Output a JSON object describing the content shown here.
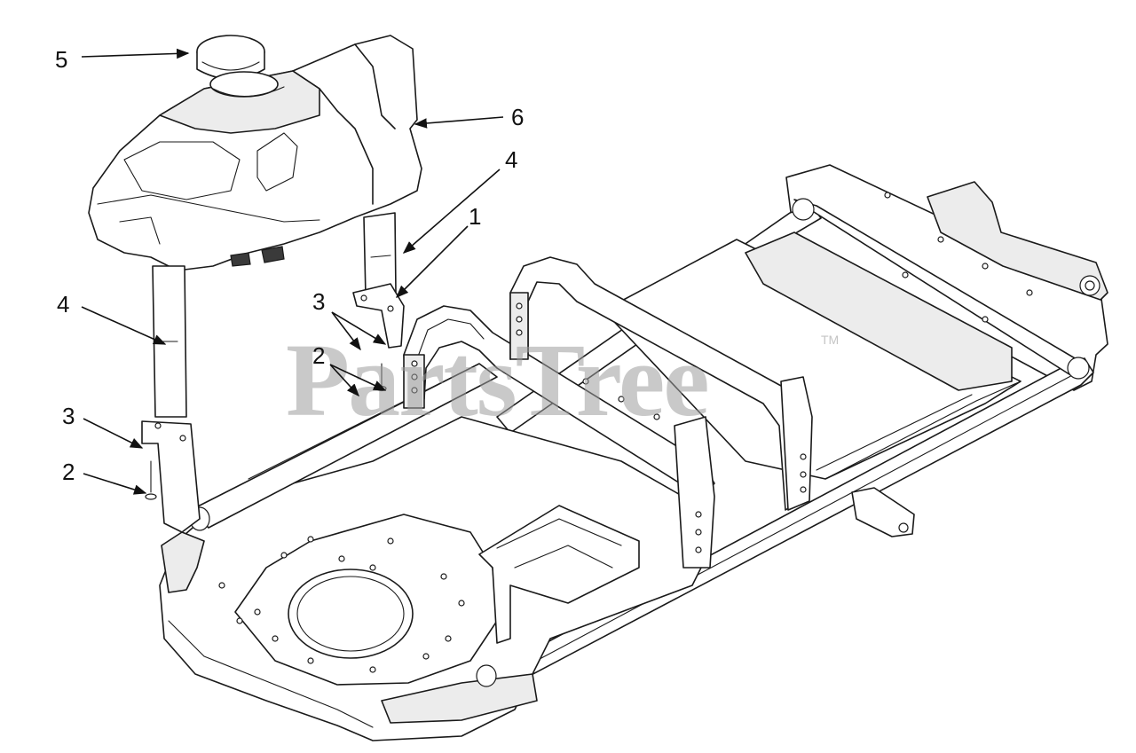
{
  "diagram": {
    "callouts": [
      {
        "id": "c5a",
        "label": "5"
      },
      {
        "id": "c6a",
        "label": "6"
      },
      {
        "id": "c4a",
        "label": "4"
      },
      {
        "id": "c1a",
        "label": "1"
      },
      {
        "id": "c3a",
        "label": "3"
      },
      {
        "id": "c2a",
        "label": "2"
      },
      {
        "id": "c4b",
        "label": "4"
      },
      {
        "id": "c3b",
        "label": "3"
      },
      {
        "id": "c2b",
        "label": "2"
      }
    ]
  },
  "watermark": {
    "text": "PartsTree",
    "trademark": "TM",
    "color": "#9c9c9c"
  }
}
